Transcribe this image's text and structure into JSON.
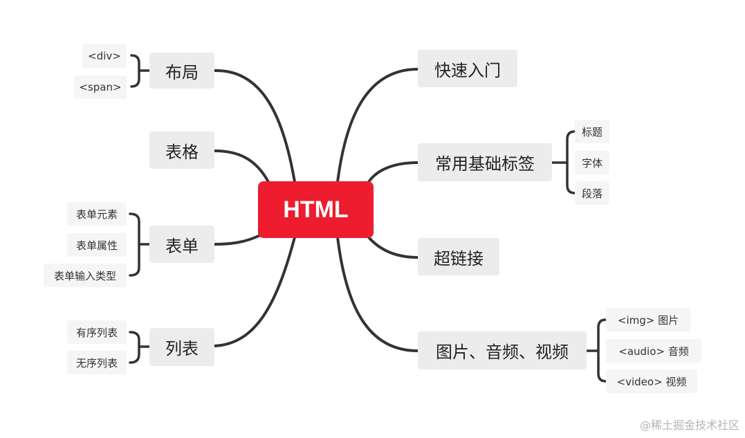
{
  "root": {
    "label": "HTML"
  },
  "branches": {
    "layout": {
      "label": "布局",
      "children": [
        "<div>",
        "<span>"
      ]
    },
    "table": {
      "label": "表格"
    },
    "form": {
      "label": "表单",
      "children": [
        "表单元素",
        "表单属性",
        "表单输入类型"
      ]
    },
    "list": {
      "label": "列表",
      "children": [
        "有序列表",
        "无序列表"
      ]
    },
    "quickstart": {
      "label": "快速入门"
    },
    "basic_tags": {
      "label": "常用基础标签",
      "children": [
        "标题",
        "字体",
        "段落"
      ]
    },
    "hyperlink": {
      "label": "超链接"
    },
    "media": {
      "label": "图片、音频、视频",
      "children": [
        "<img>  图片",
        "<audio>  音频",
        "<video>  视频"
      ]
    }
  },
  "watermark": "@稀土掘金技术社区",
  "colors": {
    "root": "#ed1c2e",
    "node": "#ececec",
    "subnode": "#f5f5f5",
    "line": "#333333"
  }
}
